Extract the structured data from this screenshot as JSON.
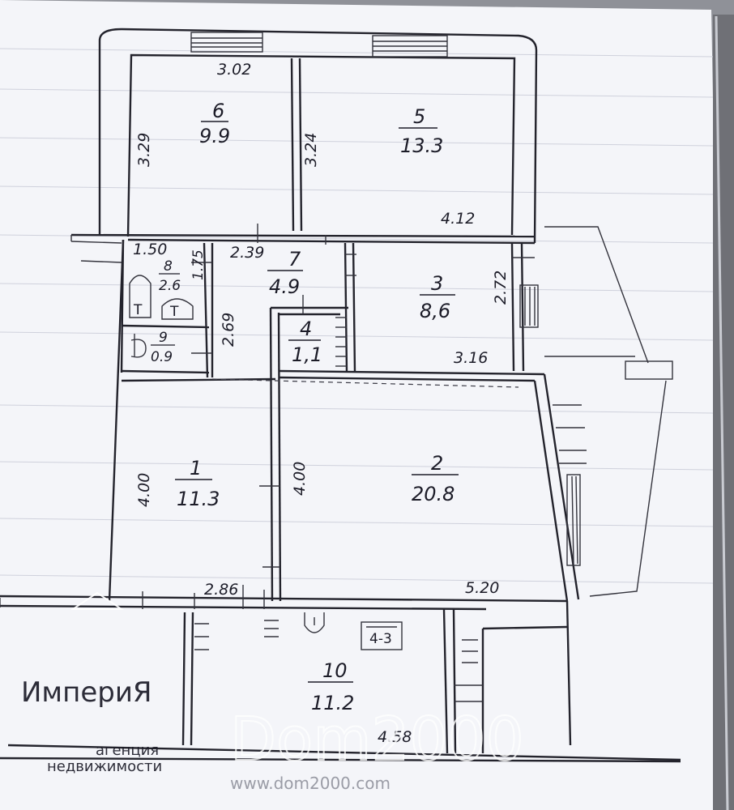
{
  "rooms": [
    {
      "id": "1",
      "area": "11.3"
    },
    {
      "id": "2",
      "area": "20.8"
    },
    {
      "id": "3",
      "area": "8,6"
    },
    {
      "id": "4",
      "area": "1,1"
    },
    {
      "id": "5",
      "area": "13.3"
    },
    {
      "id": "6",
      "area": "9.9"
    },
    {
      "id": "7",
      "area": "4.9"
    },
    {
      "id": "8",
      "area": "2.6"
    },
    {
      "id": "9",
      "area": "0.9"
    },
    {
      "id": "10",
      "area": "11.2"
    }
  ],
  "dimensions": {
    "r6_width": "3.02",
    "r6_height": "3.29",
    "r5_height": "3.24",
    "r5_width": "4.12",
    "r8_width": "1.50",
    "r8_height": "1.75",
    "r7_width": "2.39",
    "r9_height": "2.69",
    "r3_height": "2.72",
    "r3_width": "3.16",
    "r1_height": "4.00",
    "r2_height": "4.00",
    "r1_width": "2.86",
    "r2_width": "5.20",
    "r10_width": "4.58"
  },
  "stove_label": "4-3",
  "watermarks": {
    "brand_name": "ИмпериЯ",
    "brand_tagline_1": "агенция",
    "brand_tagline_2": "недвижимости",
    "site_logo": "Dom2000",
    "site_url": "www.dom2000.com"
  },
  "colors": {
    "paper": "#f4f5f9",
    "ink": "#23232c",
    "background": "#8f9198"
  }
}
